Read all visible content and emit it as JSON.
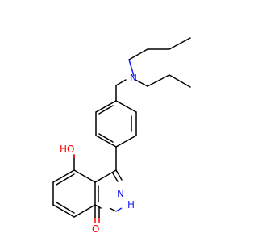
{
  "molecule": {
    "atom_labels": {
      "amine_n": "N",
      "hydroxyl": "HO",
      "lactam_nh": "H",
      "lactam_n": "N",
      "carbonyl_o": "O"
    },
    "colors": {
      "bond": "#000000",
      "nitrogen": "#1a1aff",
      "oxygen": "#ff0000",
      "background": "#ffffff"
    }
  }
}
